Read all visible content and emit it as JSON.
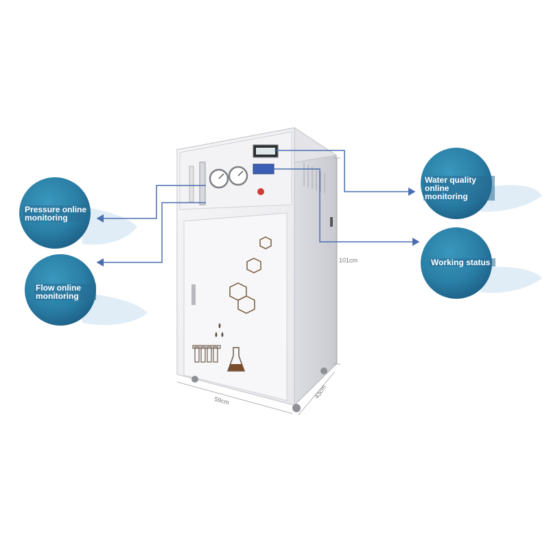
{
  "callouts": {
    "pressure": "Pressure online monitoring",
    "flow": "Flow online monitoring",
    "water_quality": "Water quality online monitoring",
    "working_status": "Working status"
  },
  "dimensions": {
    "height": "101cm",
    "width": "59cm",
    "depth": "43cm"
  },
  "colors": {
    "bubble": "#2a7fa6",
    "bubble_dark": "#1f5f84",
    "arrow": "#4a6fb0",
    "cabinet": "#f1f1f3"
  },
  "icons": [
    "pressure-gauge-icon",
    "flowmeter-icon",
    "lcd-display-icon",
    "control-panel-icon",
    "power-button-icon",
    "hexagon-molecule-icon",
    "test-tubes-icon",
    "flask-icon",
    "water-drop-icon"
  ]
}
